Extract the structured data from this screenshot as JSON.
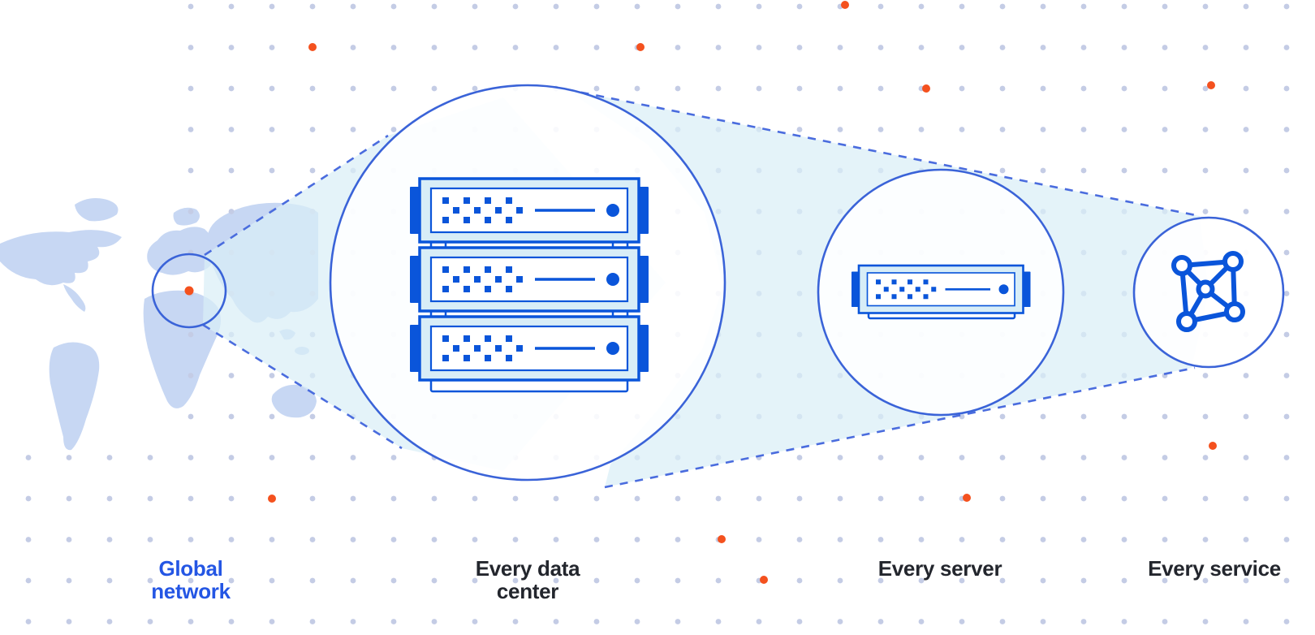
{
  "stages": [
    {
      "id": "global-network",
      "label": "Global network",
      "icon": "world-map-location-dot-icon",
      "label_color": "#2456E4"
    },
    {
      "id": "every-data-center",
      "label": "Every data center",
      "icon": "server-rack-icon",
      "label_color": "#23262D"
    },
    {
      "id": "every-server",
      "label": "Every server",
      "icon": "server-icon",
      "label_color": "#23262D"
    },
    {
      "id": "every-service",
      "label": "Every service",
      "icon": "network-graph-icon",
      "label_color": "#23262D"
    }
  ],
  "colors": {
    "accent_blue": "#0A55DA",
    "circle_stroke_blue": "#3A63D8",
    "dashed_line_blue": "#4A6CDE",
    "beam_cyan": "#D9EEF6",
    "map_land_blue": "#C7D7F3",
    "grid_dot": "#C4CCE5",
    "accent_orange": "#F4511E",
    "label_dark": "#23262D",
    "label_blue": "#2456E4",
    "server_fill_cyan": "#D8EDF7"
  }
}
